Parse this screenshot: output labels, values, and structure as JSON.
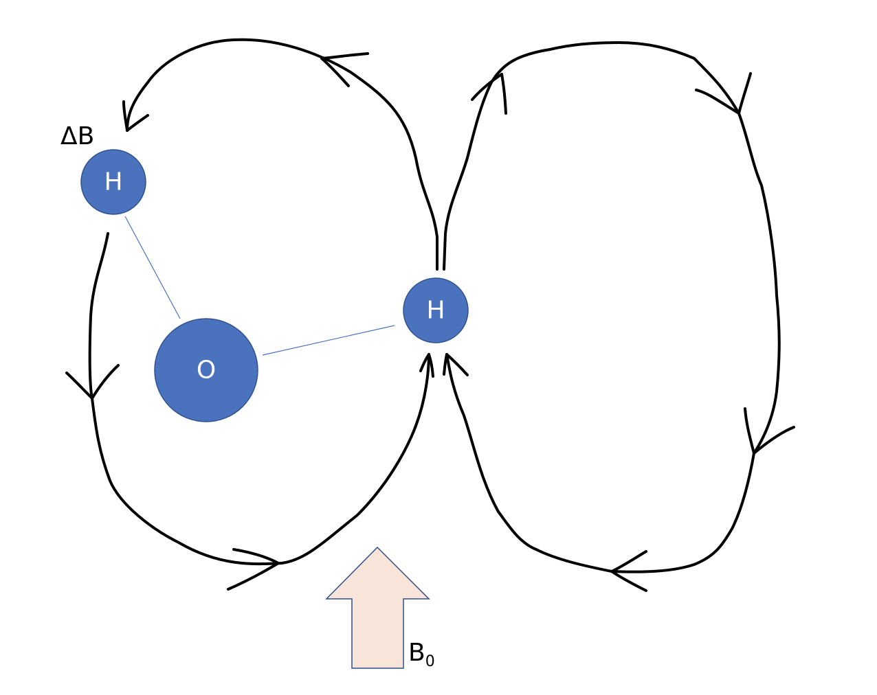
{
  "atoms": {
    "h_top_left": {
      "label": "H"
    },
    "h_right": {
      "label": "H"
    },
    "oxygen": {
      "label": "O"
    }
  },
  "labels": {
    "delta_b": "ΔB",
    "b0_main": "B",
    "b0_sub": "0"
  },
  "colors": {
    "atom_fill": "#4a72bd",
    "atom_stroke": "#2f528f",
    "bond": "#4a72bd",
    "field_line": "#000000",
    "arrow_fill": "#f8e4d8",
    "arrow_stroke": "#2f4f8a"
  }
}
